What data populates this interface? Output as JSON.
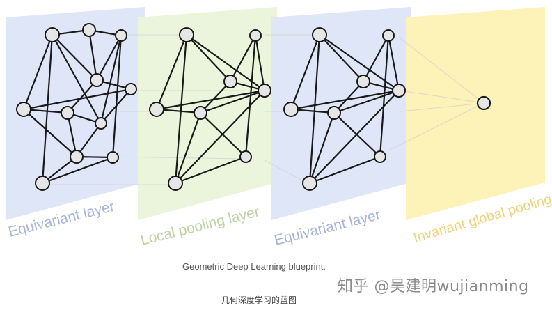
{
  "figure": {
    "layers": [
      {
        "label": "Equivariant layer",
        "color": "#dfe6f7",
        "label_color": "#a7b4d8"
      },
      {
        "label": "Local pooling layer",
        "color": "#eaf5dc",
        "label_color": "#bdd3a3"
      },
      {
        "label": "Equivariant layer",
        "color": "#dfe6f7",
        "label_color": "#a7b4d8"
      },
      {
        "label": "Invariant global pooling",
        "color": "#fdf2b8",
        "label_color": "#f0d27a"
      }
    ],
    "caption": "Geometric Deep Learning blueprint.",
    "caption_cn": "几何深度学习的蓝图",
    "watermark": "知乎 @吴建明wujianming"
  }
}
